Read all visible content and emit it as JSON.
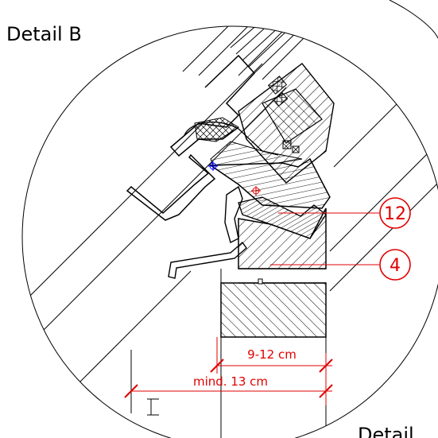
{
  "title": "Detail B",
  "next_detail_label": "Detail",
  "dimensions": {
    "inner": "9-12 cm",
    "outer": "mind. 13 cm"
  },
  "callouts": [
    {
      "number": "12"
    },
    {
      "number": "4"
    }
  ],
  "colors": {
    "line": "#000000",
    "annotation": "#e00000",
    "marker": "#0000ff"
  }
}
